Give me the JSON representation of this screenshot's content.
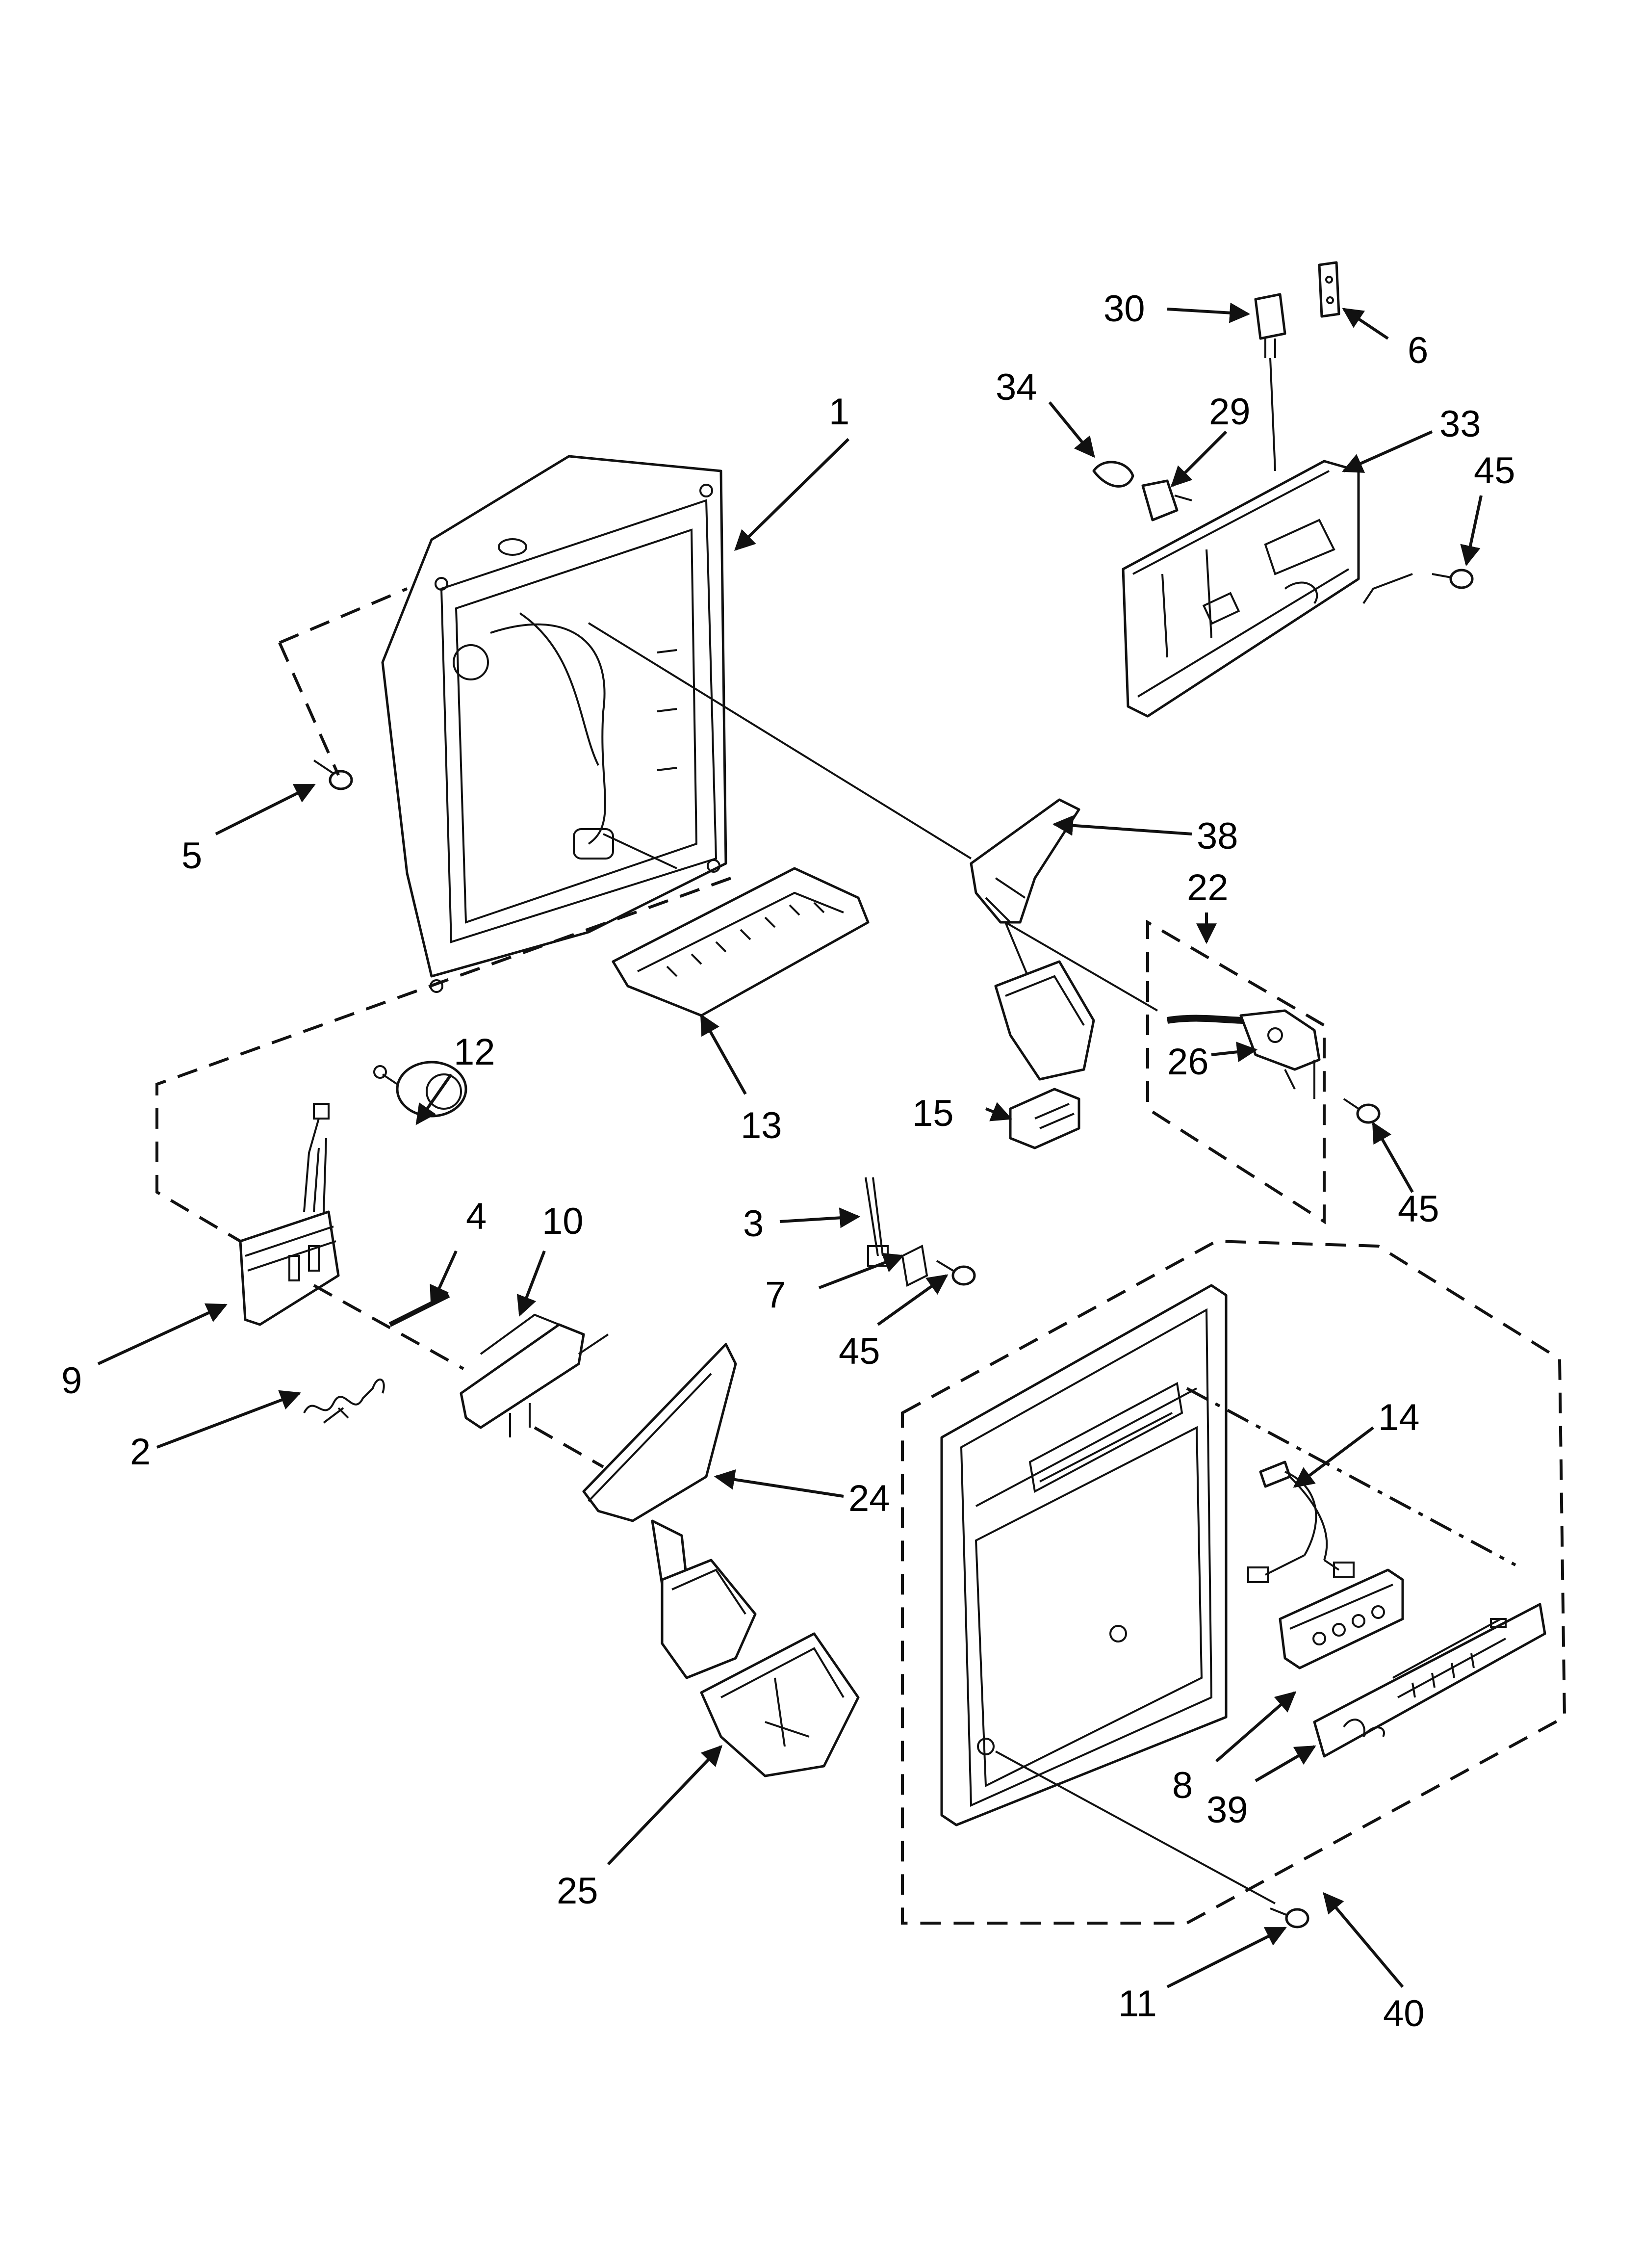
{
  "callouts": [
    {
      "id": "c1",
      "label": "1"
    },
    {
      "id": "c2",
      "label": "2"
    },
    {
      "id": "c3",
      "label": "3"
    },
    {
      "id": "c4",
      "label": "4"
    },
    {
      "id": "c5",
      "label": "5"
    },
    {
      "id": "c6",
      "label": "6"
    },
    {
      "id": "c7",
      "label": "7"
    },
    {
      "id": "c8",
      "label": "8"
    },
    {
      "id": "c9",
      "label": "9"
    },
    {
      "id": "c10",
      "label": "10"
    },
    {
      "id": "c11",
      "label": "11"
    },
    {
      "id": "c12",
      "label": "12"
    },
    {
      "id": "c13",
      "label": "13"
    },
    {
      "id": "c14",
      "label": "14"
    },
    {
      "id": "c15",
      "label": "15"
    },
    {
      "id": "c22",
      "label": "22"
    },
    {
      "id": "c24",
      "label": "24"
    },
    {
      "id": "c25",
      "label": "25"
    },
    {
      "id": "c26",
      "label": "26"
    },
    {
      "id": "c29",
      "label": "29"
    },
    {
      "id": "c30",
      "label": "30"
    },
    {
      "id": "c33",
      "label": "33"
    },
    {
      "id": "c34",
      "label": "34"
    },
    {
      "id": "c38",
      "label": "38"
    },
    {
      "id": "c39",
      "label": "39"
    },
    {
      "id": "c40",
      "label": "40"
    },
    {
      "id": "c45a",
      "label": "45"
    },
    {
      "id": "c45b",
      "label": "45"
    },
    {
      "id": "c45c",
      "label": "45"
    }
  ],
  "colors": {
    "line": "#111111",
    "background": "#ffffff"
  }
}
